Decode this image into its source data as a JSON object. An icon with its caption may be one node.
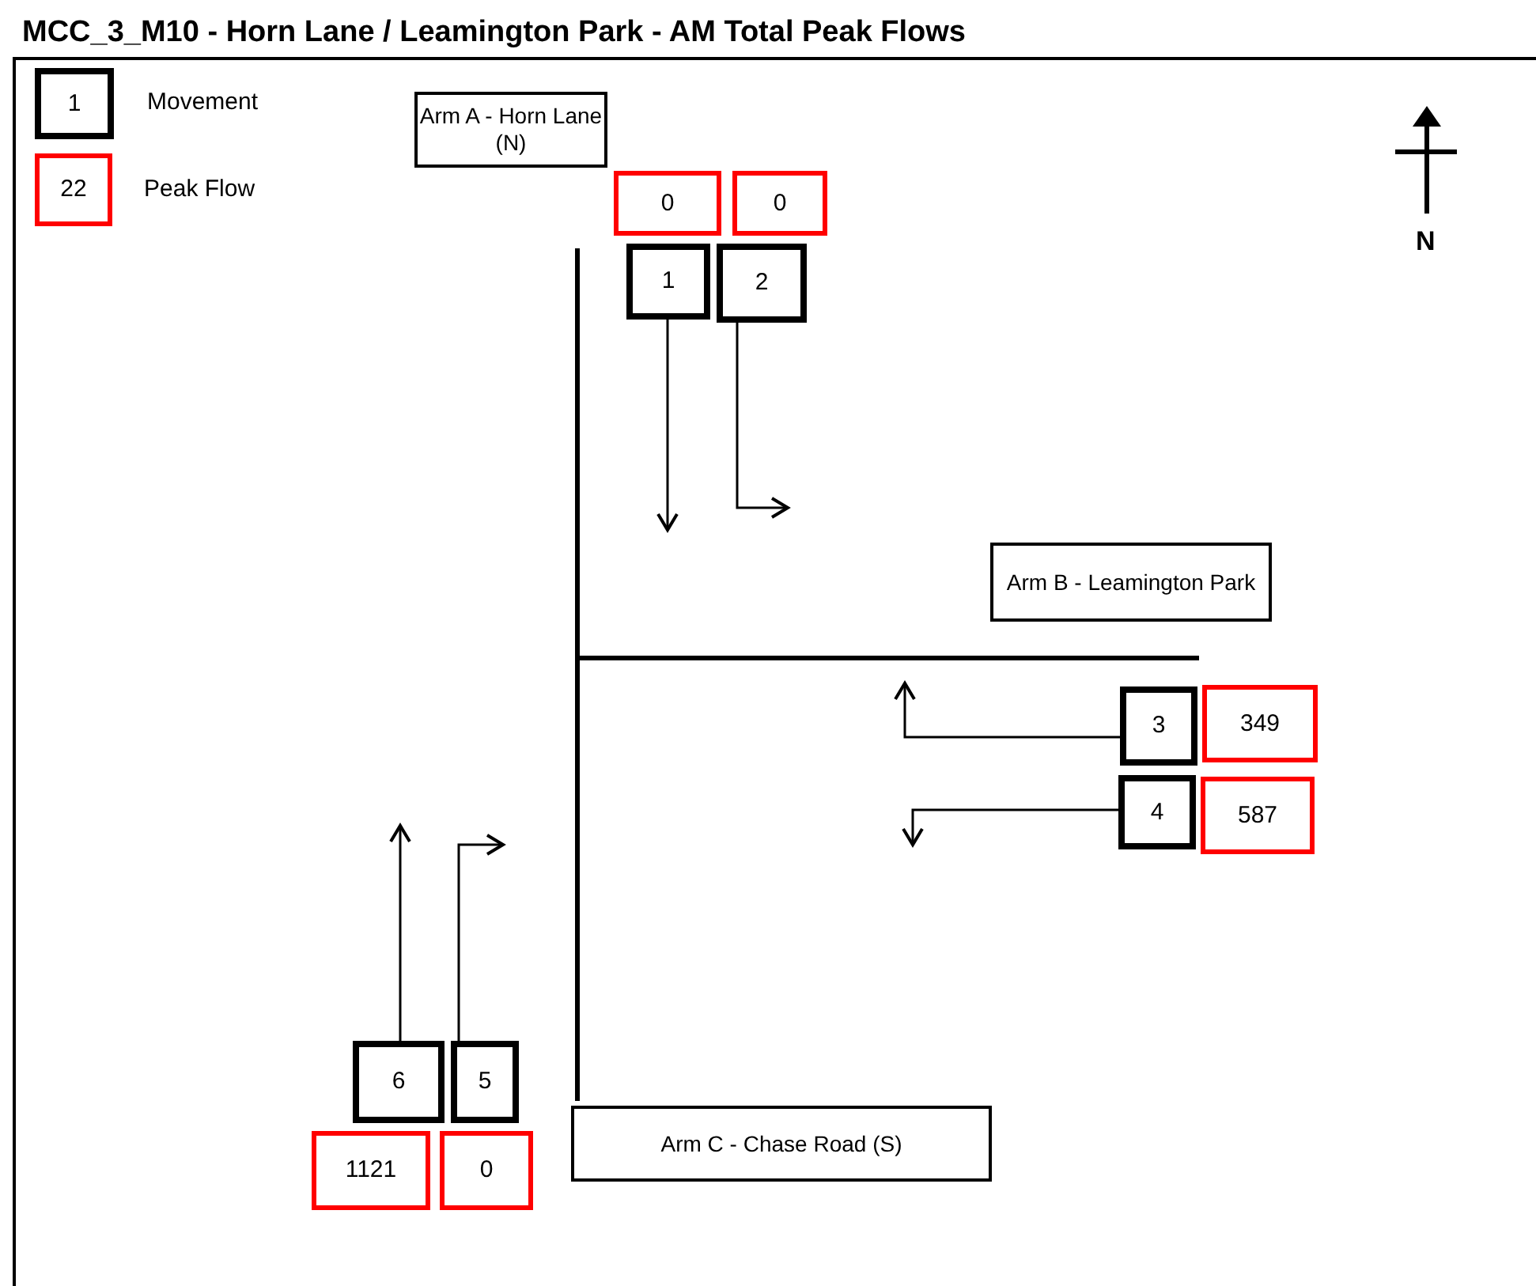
{
  "diagram": {
    "title": "MCC_3_M10 - Horn Lane / Leamington Park - AM Total Peak Flows",
    "nodes": [
      {
        "text": [
          "1"
        ],
        "beside": [
          "Movement"
        ]
      },
      {
        "text": [
          "22"
        ],
        "beside": [
          "Peak Flow"
        ]
      },
      {
        "text": [
          "Arm A - Horn Lane (N)"
        ]
      },
      {
        "text": [
          "0"
        ]
      },
      {
        "text": [
          "0"
        ]
      },
      {
        "text": [
          "1"
        ]
      },
      {
        "text": [
          "2"
        ]
      },
      {
        "text": [
          "Arm B - Leamington Park"
        ]
      },
      {
        "text": [
          "3"
        ]
      },
      {
        "text": [
          "349"
        ]
      },
      {
        "text": [
          "4"
        ]
      },
      {
        "text": [
          "587"
        ]
      },
      {
        "text": [
          "6"
        ]
      },
      {
        "text": [
          "5"
        ]
      },
      {
        "text": [
          "1121"
        ]
      },
      {
        "text": [
          "0"
        ]
      },
      {
        "text": [
          "Arm C - Chase Road (S)"
        ]
      }
    ],
    "edges": [
      {
        "from": 5,
        "to": null,
        "arrow": "to"
      },
      {
        "from": 6,
        "to": null,
        "arrow": "to"
      },
      {
        "from": 8,
        "to": null,
        "arrow": "to"
      },
      {
        "from": 10,
        "to": null,
        "arrow": "to"
      },
      {
        "from": 12,
        "to": null,
        "arrow": "to"
      },
      {
        "from": 13,
        "to": null,
        "arrow": "to"
      }
    ],
    "labels": [
      "N"
    ]
  }
}
